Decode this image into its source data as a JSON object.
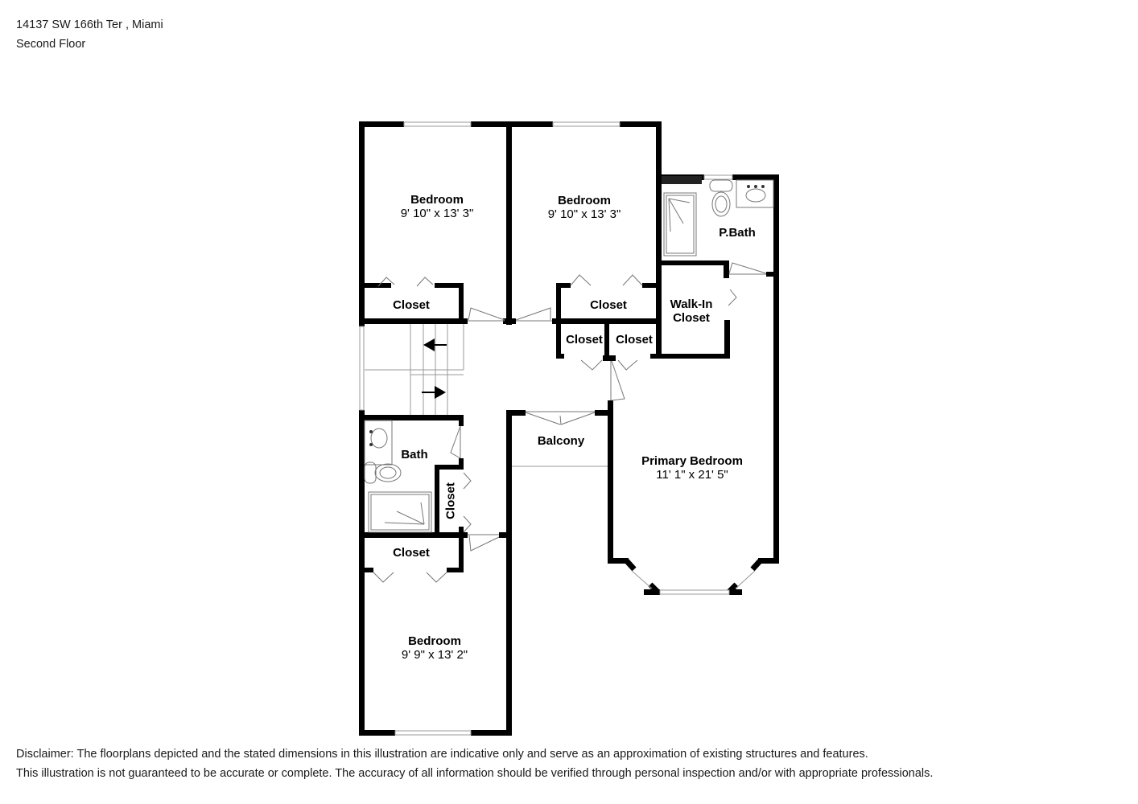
{
  "header": {
    "address": "14137 SW 166th Ter , Miami",
    "floor": "Second Floor"
  },
  "rooms": {
    "bedroom_nw": {
      "name": "Bedroom",
      "dims": "9' 10\" x 13' 3\""
    },
    "bedroom_n": {
      "name": "Bedroom",
      "dims": "9' 10\" x 13' 3\""
    },
    "bedroom_sw": {
      "name": "Bedroom",
      "dims": "9' 9\" x 13' 2\""
    },
    "primary_bedroom": {
      "name": "Primary Bedroom",
      "dims": "11' 1\" x 21' 5\""
    },
    "p_bath": {
      "name": "P.Bath"
    },
    "walk_in_closet": {
      "name_line1": "Walk-In",
      "name_line2": "Closet"
    },
    "bath": {
      "name": "Bath"
    },
    "balcony": {
      "name": "Balcony"
    },
    "closet_nw": {
      "name": "Closet"
    },
    "closet_n": {
      "name": "Closet"
    },
    "closet_hall_left": {
      "name": "Closet"
    },
    "closet_hall_right": {
      "name": "Closet"
    },
    "closet_bath_side": {
      "name": "Closet"
    },
    "closet_sw": {
      "name": "Closet"
    }
  },
  "disclaimer": {
    "line1": "Disclaimer: The floorplans depicted and the stated dimensions in this illustration are indicative only and serve as an approximation of existing structures and features.",
    "line2": "This illustration is not guaranteed to be accurate or complete. The accuracy of all information should be verified through personal inspection and/or with appropriate professionals."
  },
  "colors": {
    "wall": "#000000",
    "fixture": "#888888",
    "background": "#ffffff"
  }
}
